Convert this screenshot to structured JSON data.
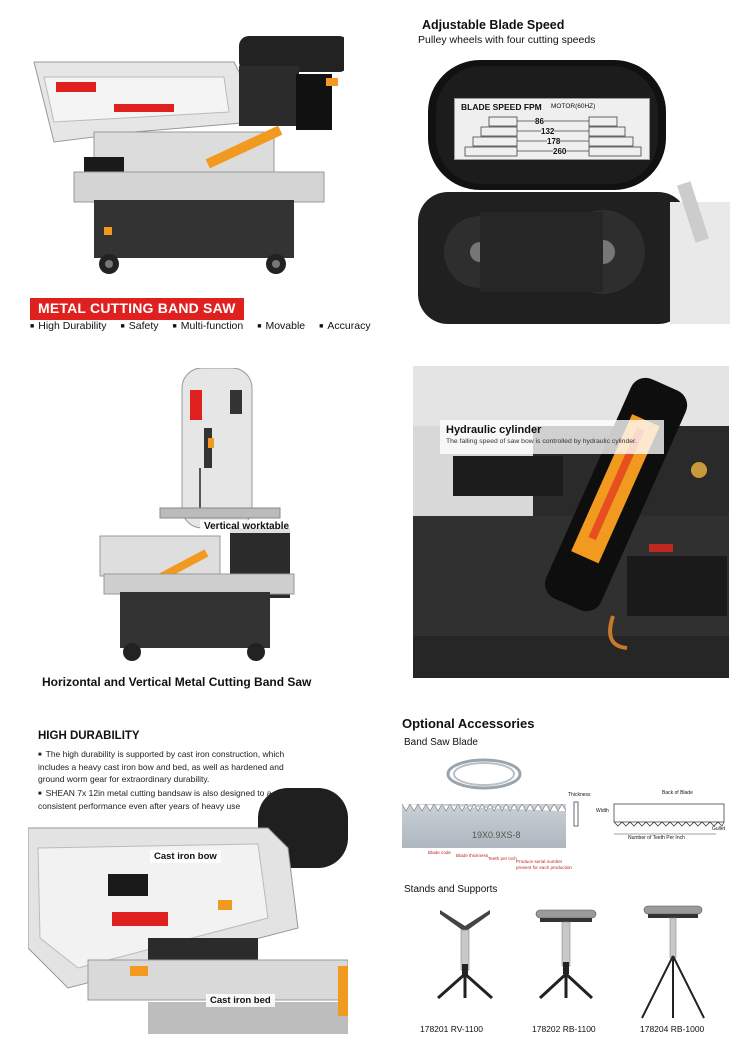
{
  "section1": {
    "banner": "METAL CUTTING BAND SAW",
    "features": [
      "High Durability",
      "Safety",
      "Multi-function",
      "Movable",
      "Accuracy"
    ]
  },
  "section2": {
    "title": "Adjustable Blade Speed",
    "subtitle": "Pulley wheels with four cutting speeds",
    "plate_title": "BLADE SPEED FPM",
    "plate_motor": "MOTOR(60HZ)",
    "speeds": [
      "86",
      "132",
      "178",
      "260"
    ]
  },
  "section3": {
    "callout": "Vertical worktable",
    "caption": "Horizontal and Vertical Metal Cutting Band Saw"
  },
  "section4": {
    "callout_title": "Hydraulic cylinder",
    "callout_text": "The falling speed of saw bow is controlled by hydraulic cylinder."
  },
  "section5": {
    "title": "HIGH DURABILITY",
    "bullets": [
      "The high durability is supported by cast iron construction, which includes a heavy cast iron bow and bed, as well as hardened and ground worm gear for extraordinary durability.",
      "SHEAN 7x 12in metal cutting bandsaw is also designed to a consistent performance even after years of heavy use"
    ],
    "label_bow": "Cast iron bow",
    "label_bed": "Cast iron bed"
  },
  "section6": {
    "title": "Optional Accessories",
    "blade_heading": "Band Saw Blade",
    "blade_marking": "19X0.9XS-8",
    "blade_labels": [
      "Blade code",
      "Blade thickness",
      "Teeth per inch",
      "Produce serial number",
      "present for each production"
    ],
    "diagram_labels": [
      "Thickness",
      "Back of Blade",
      "Width",
      "Number of Teeth Per Inch",
      "Gullet"
    ],
    "stands_heading": "Stands and Supports",
    "stands": [
      "178201 RV-1100",
      "178202 RB-1100",
      "178204 RB-1000"
    ]
  },
  "colors": {
    "accent_red": "#e0201e",
    "machine_grey": "#d9d9d9",
    "machine_dark": "#2b2b2b",
    "accent_orange": "#f29a1f"
  }
}
